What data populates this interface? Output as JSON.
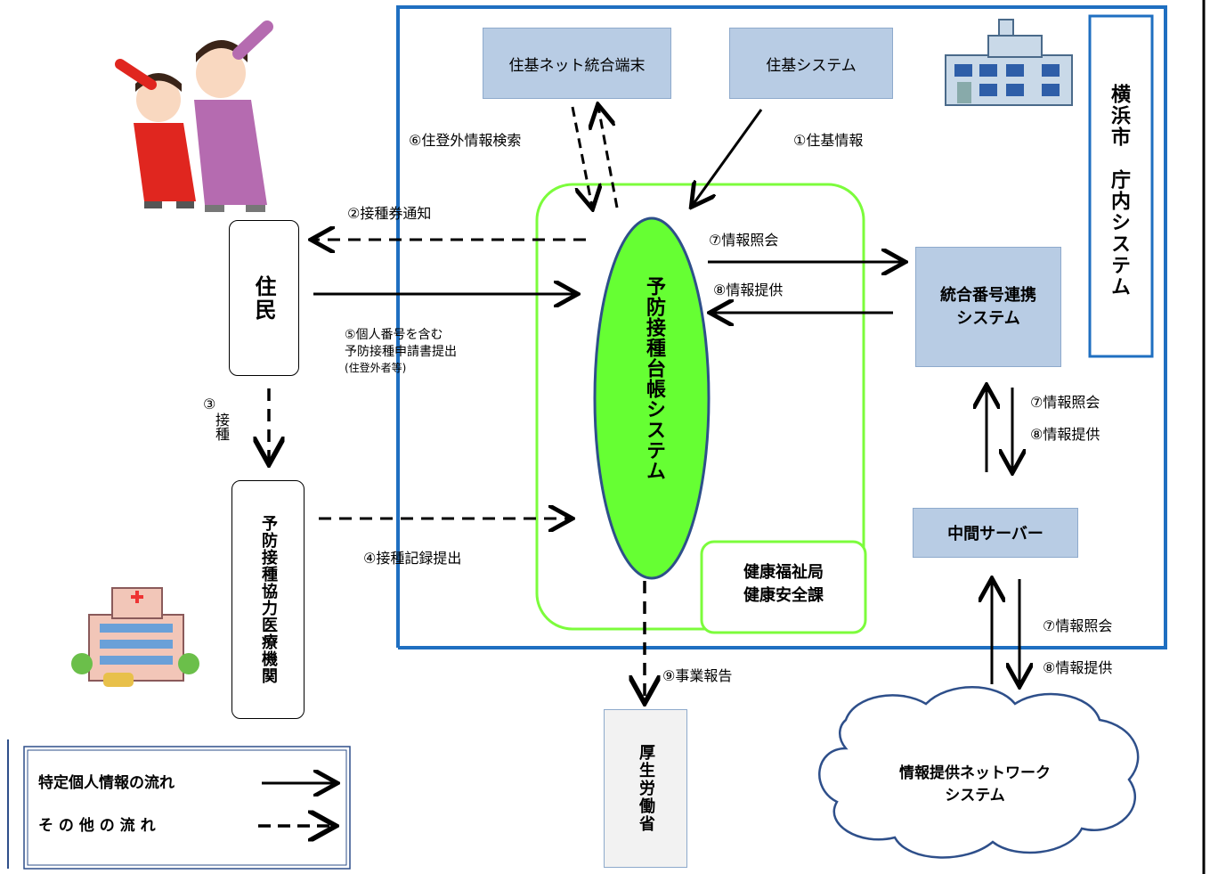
{
  "boxes": {
    "juki_net": "住基ネット統合端末",
    "juki_system": "住基システム",
    "yokohama_system": "横浜市　庁内システム",
    "jumin": "住民",
    "medical": "予防接種協力医療機関",
    "ledger_system": "予防接種台帳システム",
    "dept_line1": "健康福祉局",
    "dept_line2": "健康安全課",
    "integrated_line1": "統合番号連携",
    "integrated_line2": "システム",
    "middle_server": "中間サーバー",
    "mhlw": "厚生労働省",
    "network_line1": "情報提供ネットワーク",
    "network_line2": "システム"
  },
  "labels": {
    "f1": "①住基情報",
    "f2": "②接種券通知",
    "f3_num": "③",
    "f3_text": "接種",
    "f4": "④接種記録提出",
    "f5_line1": "⑤個人番号を含む",
    "f5_line2": "予防接種申請書提出",
    "f5_line3": "(住登外者等)",
    "f6": "⑥住登外情報検索",
    "f7a": "⑦情報照会",
    "f8a": "⑧情報提供",
    "f7b": "⑦情報照会",
    "f8b": "⑧情報提供",
    "f7c": "⑦情報照会",
    "f8c": "⑧情報提供",
    "f9": "⑨事業報告"
  },
  "legend": {
    "specific": "特定個人情報の流れ",
    "other": "そ の 他 の 流 れ"
  },
  "colors": {
    "frame_blue": "#1f6fc1",
    "box_blue": "#b8cce4",
    "ledger_green": "#66ff33",
    "area_green": "#7cfc3c"
  }
}
